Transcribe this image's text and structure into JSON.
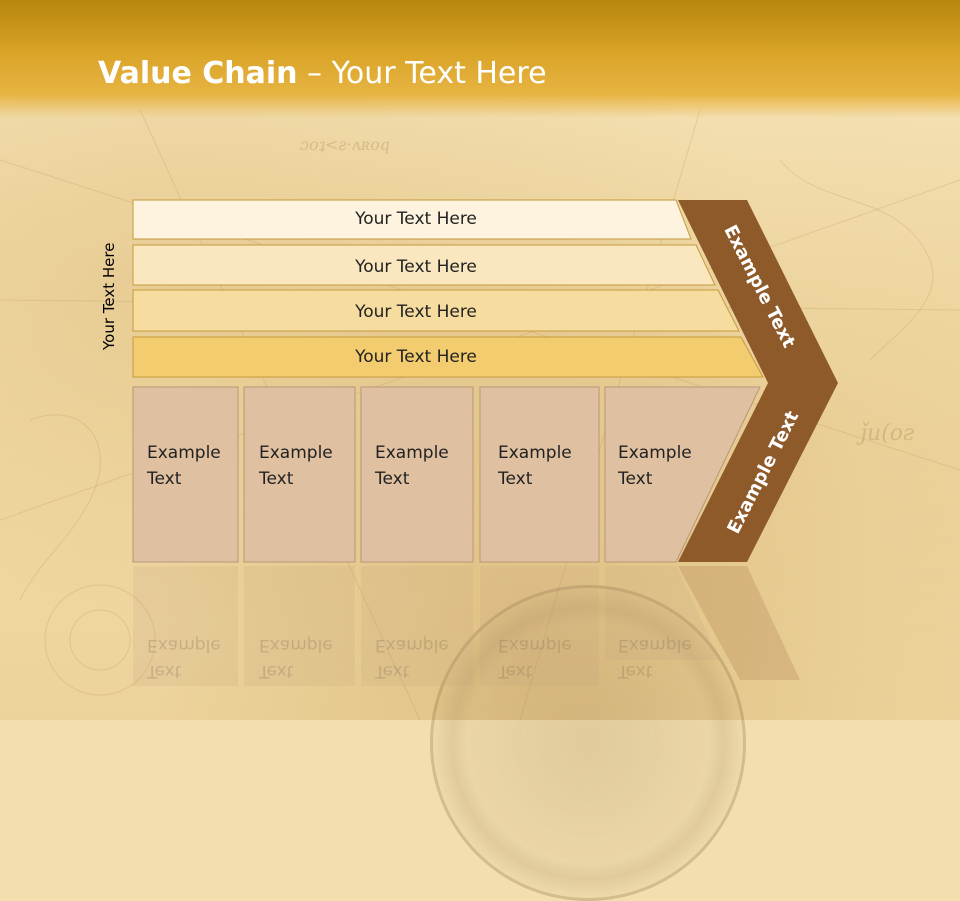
{
  "title": {
    "bold": "Value Chain",
    "rest": " – Your Text Here"
  },
  "vertical_label": "Your Text Here",
  "rows": [
    {
      "label": "Your Text Here",
      "color": "#fdf3df"
    },
    {
      "label": "Your Text Here",
      "color": "#fae7bf"
    },
    {
      "label": "Your Text Here",
      "color": "#f7dca0"
    },
    {
      "label": "Your Text Here",
      "color": "#f3cc6f"
    }
  ],
  "boxes": [
    {
      "line1": "Example",
      "line2": "Text"
    },
    {
      "line1": "Example",
      "line2": "Text"
    },
    {
      "line1": "Example",
      "line2": "Text"
    },
    {
      "line1": "Example",
      "line2": "Text"
    },
    {
      "line1": "Example",
      "line2": "Text"
    }
  ],
  "chevron": {
    "upper_label": "Example Text",
    "lower_label": "Example Text",
    "color": "#8e5a2a"
  },
  "colors": {
    "title_bar": "#d9a427",
    "box_fill": "#dfc0a0",
    "border": "#b8973b"
  }
}
